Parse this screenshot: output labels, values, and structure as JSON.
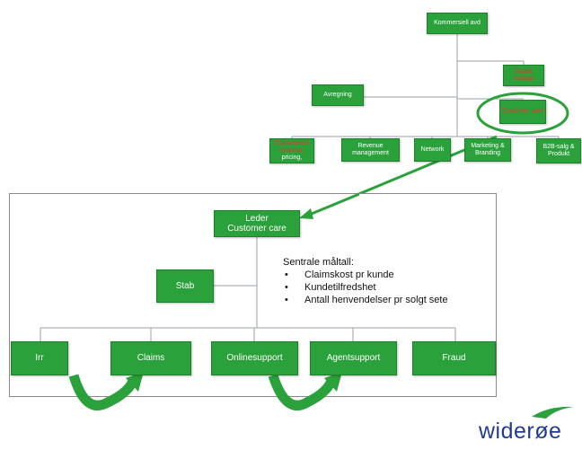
{
  "top_chart": {
    "root": "Kommersiell avd",
    "digital": "Digital strategi",
    "avregning": "Avregning",
    "customer_care": "Customer care",
    "commercial": [
      "Commercial",
      "systems,",
      "pricing,"
    ],
    "revenue": "Revenue management",
    "network": "Network",
    "marketing": "Marketing & Branding",
    "b2b": "B2B-salg & Produkt"
  },
  "detail_chart": {
    "leader_line1": "Leder",
    "leader_line2": "Customer care",
    "stab": "Stab",
    "kpi_title": "Sentrale måltall:",
    "kpis": [
      "Claimskost pr kunde",
      "Kundetilfredshet",
      "Antall henvendelser pr solgt sete"
    ],
    "units": [
      "Irr",
      "Claims",
      "Onlinesupport",
      "Agentsupport",
      "Fraud"
    ]
  },
  "logo_text": "widerøe",
  "colors": {
    "box_green": "#2aa13a",
    "highlight_red": "#e53a2f",
    "logo_blue": "#243c8f"
  }
}
